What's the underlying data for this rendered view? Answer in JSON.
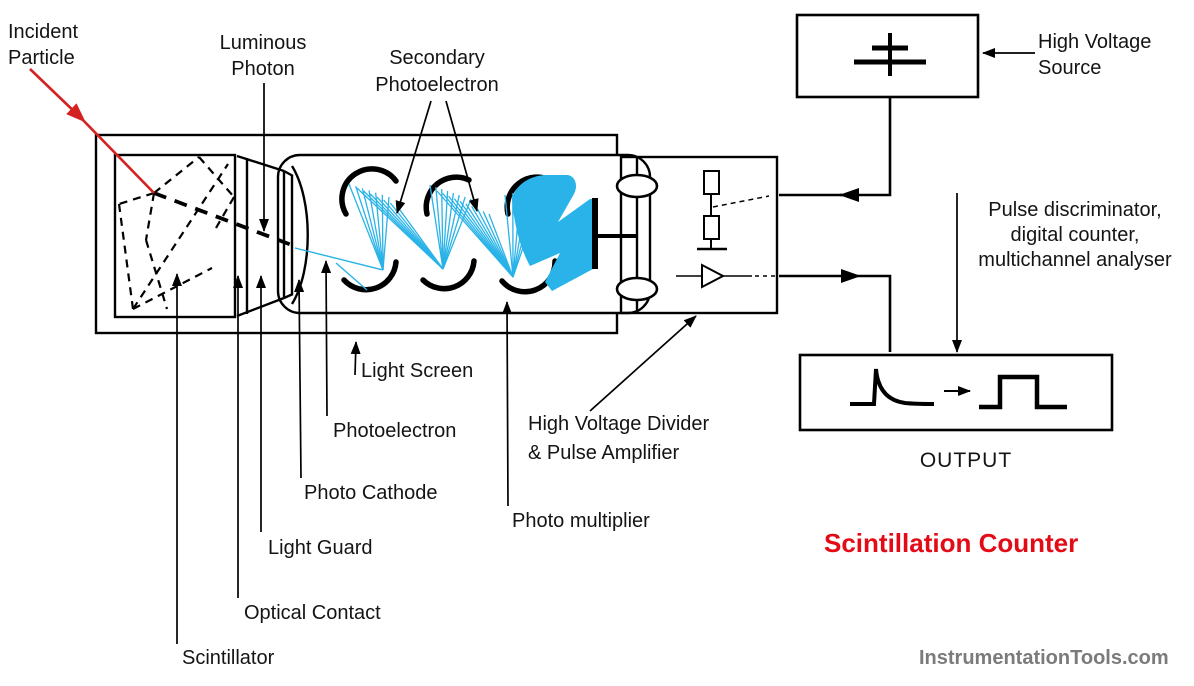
{
  "diagram": {
    "title": "Scintillation Counter",
    "watermark": "InstrumentationTools.com",
    "colors": {
      "incident_arrow_red": "#d42121",
      "title_red": "#e30b16",
      "electron_cyan": "#29b3e8",
      "line_black": "#000000",
      "watermark_gray": "#7b7b7b"
    },
    "labels": {
      "incident_particle": "Incident\nParticle",
      "luminous_photon": "Luminous\nPhoton",
      "secondary_photoelectron": "Secondary\nPhotoelectron",
      "high_voltage_source": "High Voltage\nSource",
      "pulse_discriminator": "Pulse discriminator,\ndigital counter,\nmultichannel analyser",
      "light_screen": "Light Screen",
      "photoelectron": "Photoelectron",
      "photo_cathode": "Photo Cathode",
      "light_guard": "Light Guard",
      "optical_contact": "Optical Contact",
      "scintillator": "Scintillator",
      "photo_multiplier": "Photo multiplier",
      "hv_divider_amplifier": "High Voltage Divider\n& Pulse Amplifier",
      "output": "OUTPUT"
    }
  }
}
